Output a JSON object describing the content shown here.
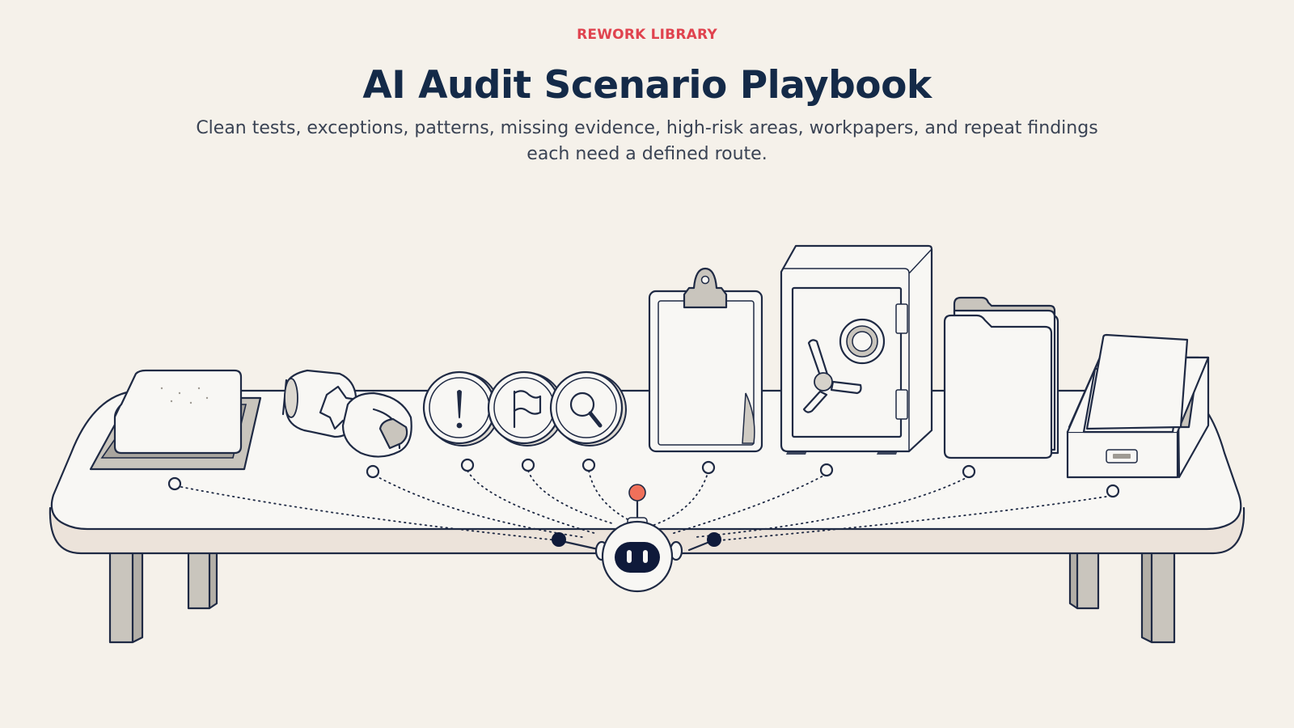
{
  "header": {
    "eyebrow": "REWORK LIBRARY",
    "title": "AI Audit Scenario Playbook",
    "subtitle": "Clean tests, exceptions, patterns, missing evidence, high-risk areas, workpapers, and repeat findings each need a defined route."
  },
  "colors": {
    "background": "#f5f1ea",
    "eyebrow": "#e0434f",
    "title": "#142a48",
    "ink": "#1f2a44",
    "robot_antenna": "#f0705a",
    "robot_face": "#0f1a3a"
  },
  "scene": {
    "objects": [
      "cushion-tray-icon",
      "pipe-fitting-icon",
      "exclamation-coin-icon",
      "flag-coin-icon",
      "magnifier-coin-icon",
      "clipboard-icon",
      "safe-icon",
      "folder-icon",
      "file-drawer-icon"
    ],
    "hub": "robot-icon"
  }
}
